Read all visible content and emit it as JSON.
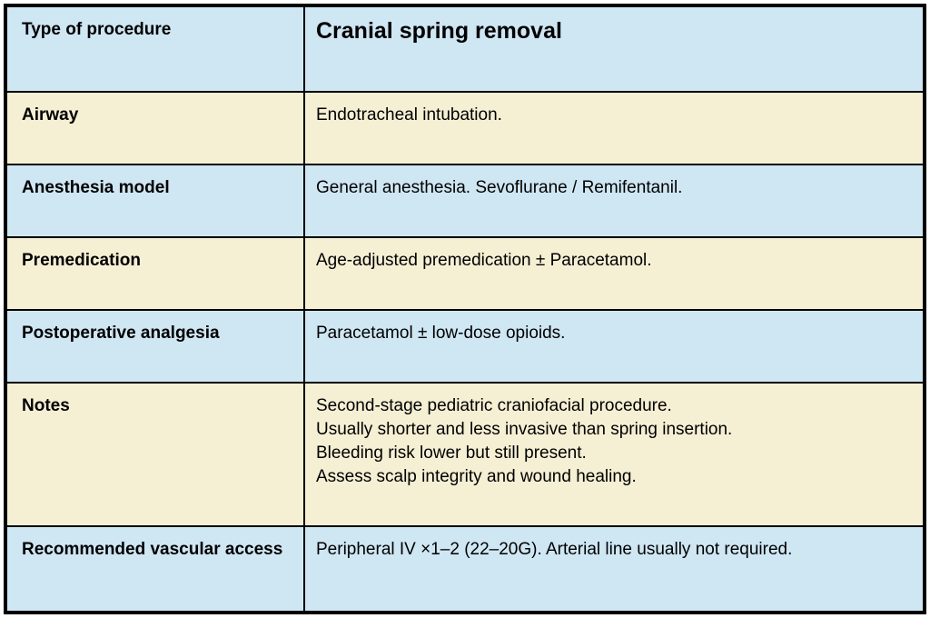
{
  "table": {
    "header_row": {
      "label": "Type of procedure",
      "value": "Cranial spring removal"
    },
    "rows": [
      {
        "label": "Airway",
        "value": "Endotracheal intubation."
      },
      {
        "label": "Anesthesia model",
        "value": "General anesthesia. Sevoflurane / Remifentanil."
      },
      {
        "label": "Premedication",
        "value": "Age-adjusted premedication ± Paracetamol."
      },
      {
        "label": "Postoperative analgesia",
        "value": "Paracetamol ± low-dose opioids."
      },
      {
        "label": "Notes",
        "value": "Second-stage pediatric craniofacial procedure.\nUsually shorter and less invasive than spring insertion.\nBleeding risk lower but still present.\nAssess scalp integrity and wound healing."
      },
      {
        "label": "Recommended vascular access",
        "value": "Peripheral IV ×1–2 (22–20G). Arterial line usually not required."
      }
    ],
    "colors": {
      "row_blue": "#cfe6f3",
      "row_cream": "#f5efd4",
      "border": "#000000",
      "text": "#000000",
      "page_background": "#ffffff"
    }
  }
}
